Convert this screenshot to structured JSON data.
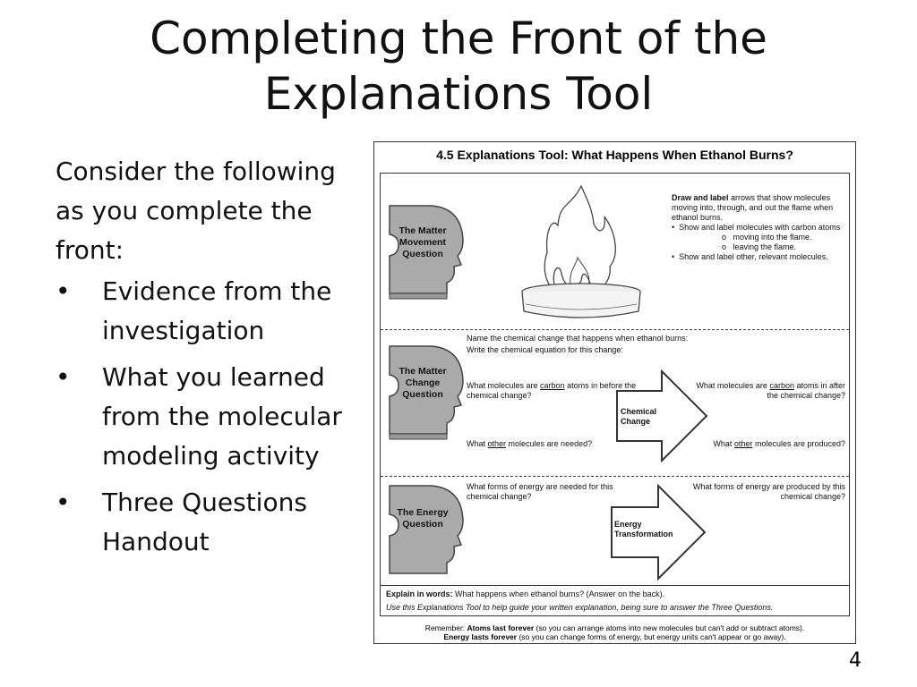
{
  "slide": {
    "title": "Completing the Front of the Explanations Tool",
    "page_number": "4",
    "intro": "Consider the following as you complete the front:",
    "bullets": [
      "Evidence from the investigation",
      "What you learned from the molecular modeling activity",
      "Three Questions Handout"
    ]
  },
  "tool": {
    "title": "4.5 Explanations Tool: What Happens When Ethanol Burns?",
    "matter_movement": {
      "label": "The Matter Movement Question",
      "draw_bold": "Draw and label",
      "draw_rest": " arrows that show molecules moving into, through, and out the flame when ethanol burns.",
      "bullet1": "Show and label molecules with carbon atoms",
      "sub1": "moving into the flame.",
      "sub2": "leaving the flame.",
      "bullet2": "Show and label other, relevant molecules."
    },
    "matter_change": {
      "label": "The Matter Change Question",
      "name_prompt": "Name the chemical change that happens when ethanol burns:",
      "equation_prompt": "Write the chemical equation for this change:",
      "before_a": "What molecules are ",
      "carbon": "carbon",
      "before_b": " atoms in before the chemical change?",
      "after_a": "What molecules are ",
      "after_b": " atoms in after the chemical change?",
      "needed_a": "What ",
      "other": "other",
      "needed_b": " molecules are needed?",
      "produced_a": "What ",
      "produced_b": " molecules are produced?",
      "arrow_label": "Chemical Change"
    },
    "energy": {
      "label": "The Energy Question",
      "needed": "What forms of energy are needed for this chemical change?",
      "produced": "What forms of energy are produced by this chemical change?",
      "arrow_label": "Energy Transformation"
    },
    "explain_bold": "Explain in words:",
    "explain_rest": " What happens when ethanol burns? (Answer on the back).",
    "use_tool": "Use this Explanations Tool to help guide your written explanation, being sure to answer the Three Questions.",
    "remember_a": "Remember: ",
    "atoms_bold": "Atoms last forever",
    "atoms_rest": " (so you can arrange atoms into new molecules but can't add or subtract atoms).",
    "energy_bold": "Energy lasts forever",
    "energy_rest": " (so you can change forms of energy, but energy units can't appear or go away)."
  }
}
